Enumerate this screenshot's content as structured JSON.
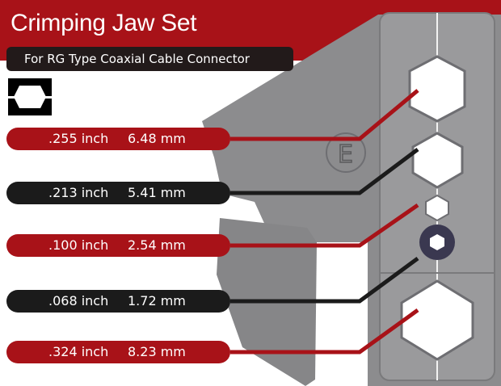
{
  "header": {
    "title": "Crimping Jaw Set",
    "subtitle": "For RG Type Coaxial Cable Connector"
  },
  "legend": {
    "icon": "hex-die-cross-section-icon"
  },
  "jaw": {
    "stamp_letter": "E"
  },
  "sizes": [
    {
      "inch": ".255 inch",
      "mm": "6.48 mm",
      "color": "#a81218"
    },
    {
      "inch": ".213 inch",
      "mm": "5.41 mm",
      "color": "#1b1b1b"
    },
    {
      "inch": ".100 inch",
      "mm": "2.54 mm",
      "color": "#a81218"
    },
    {
      "inch": ".068 inch",
      "mm": "1.72 mm",
      "color": "#1b1b1b"
    },
    {
      "inch": ".324 inch",
      "mm": "8.23 mm",
      "color": "#a81218"
    }
  ],
  "colors": {
    "brand_red": "#a81218",
    "dark": "#1b1b1b",
    "steel": "#8a8a8c"
  }
}
